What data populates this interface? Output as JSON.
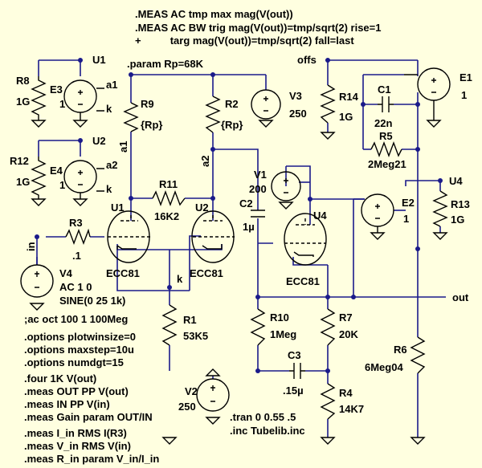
{
  "directives_top": [
    ".MEAS AC tmp max mag(V(out))",
    ".MEAS AC BW trig mag(V(out))=tmp/sqrt(2) rise=1",
    "+          targ mag(V(out))=tmp/sqrt(2) fall=last"
  ],
  "param": ".param Rp=68K",
  "directives_left": [
    ";ac oct 100 1 100Meg",
    ".options plotwinsize=0",
    ".options maxstep=10u",
    ".options numdgt=15",
    ".four 1K V(out)",
    ".meas OUT PP V(out)",
    ".meas IN PP V(in)",
    ".meas Gain param OUT/IN",
    ".meas I_in RMS I(R3)",
    ".meas V_in RMS V(in)",
    ".meas R_in param V_in/I_in"
  ],
  "directives_bottom": [
    ".tran 0 0.55 .5",
    ".inc Tubelib.inc"
  ],
  "nets": {
    "u1": "U1",
    "u2": "U2",
    "u4": "U4",
    "a1": "a1",
    "a2": "a2",
    "k": "k",
    "in": "in",
    "out": "out",
    "offs": "offs"
  },
  "pin_labels": {
    "a1": "a1",
    "k1": "k",
    "a2": "a2",
    "k2": "k"
  },
  "resistors": [
    {
      "name": "R8",
      "value": "1G"
    },
    {
      "name": "R12",
      "value": "1G"
    },
    {
      "name": "R9",
      "value": "{Rp}"
    },
    {
      "name": "R2",
      "value": "{Rp}"
    },
    {
      "name": "R11",
      "value": "16K2"
    },
    {
      "name": "R3",
      "value": ".1"
    },
    {
      "name": "R1",
      "value": "53K5"
    },
    {
      "name": "R14",
      "value": "1G"
    },
    {
      "name": "R5",
      "value": "2Meg21"
    },
    {
      "name": "R13",
      "value": "1G"
    },
    {
      "name": "R10",
      "value": "1Meg"
    },
    {
      "name": "R7",
      "value": "20K"
    },
    {
      "name": "R4",
      "value": "14K7"
    },
    {
      "name": "R6",
      "value": "6Meg04"
    }
  ],
  "capacitors": [
    {
      "name": "C1",
      "value": "22n"
    },
    {
      "name": "C2",
      "value": "1µ"
    },
    {
      "name": "C3",
      "value": ".15µ"
    }
  ],
  "sources": [
    {
      "name": "V3",
      "value": "250"
    },
    {
      "name": "V1",
      "value": "200"
    },
    {
      "name": "V2",
      "value": "250"
    },
    {
      "name": "V4",
      "value1": "AC 1 0",
      "value2": "SINE(0 25 1k)"
    }
  ],
  "vcvs": [
    {
      "name": "E3",
      "value": "1"
    },
    {
      "name": "E4",
      "value": "1"
    },
    {
      "name": "E1",
      "value": "1"
    },
    {
      "name": "E2",
      "value": "1"
    }
  ],
  "tubes": [
    {
      "name": "U1",
      "model": "ECC81"
    },
    {
      "name": "U2",
      "model": "ECC81"
    },
    {
      "name": "U4",
      "model": "ECC81"
    }
  ]
}
